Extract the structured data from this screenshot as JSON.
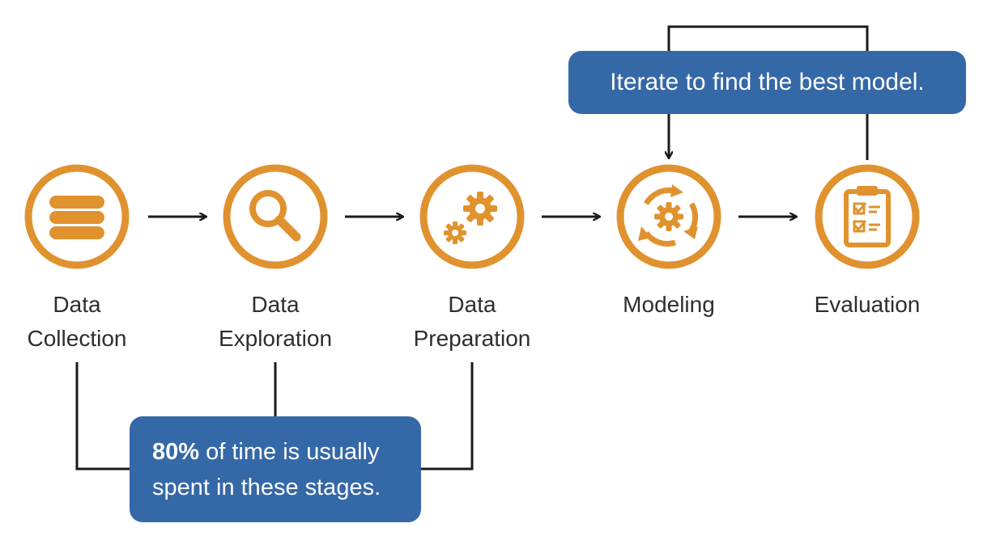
{
  "stages": [
    {
      "line1": "Data",
      "line2": "Collection",
      "icon": "database-icon"
    },
    {
      "line1": "Data",
      "line2": "Exploration",
      "icon": "magnifier-icon"
    },
    {
      "line1": "Data",
      "line2": "Preparation",
      "icon": "gears-icon"
    },
    {
      "line1": "Modeling",
      "line2": "",
      "icon": "gear-cycle-icon"
    },
    {
      "line1": "Evaluation",
      "line2": "",
      "icon": "clipboard-checklist-icon"
    }
  ],
  "callout_iterate": "Iterate to find the best model.",
  "callout_time": {
    "emphasis": "80%",
    "rest_line1": " of time is usually",
    "line2": "spent in these stages."
  },
  "colors": {
    "accent": "#e0922f",
    "callout": "#3568a6",
    "connector": "#1a1a1a"
  }
}
